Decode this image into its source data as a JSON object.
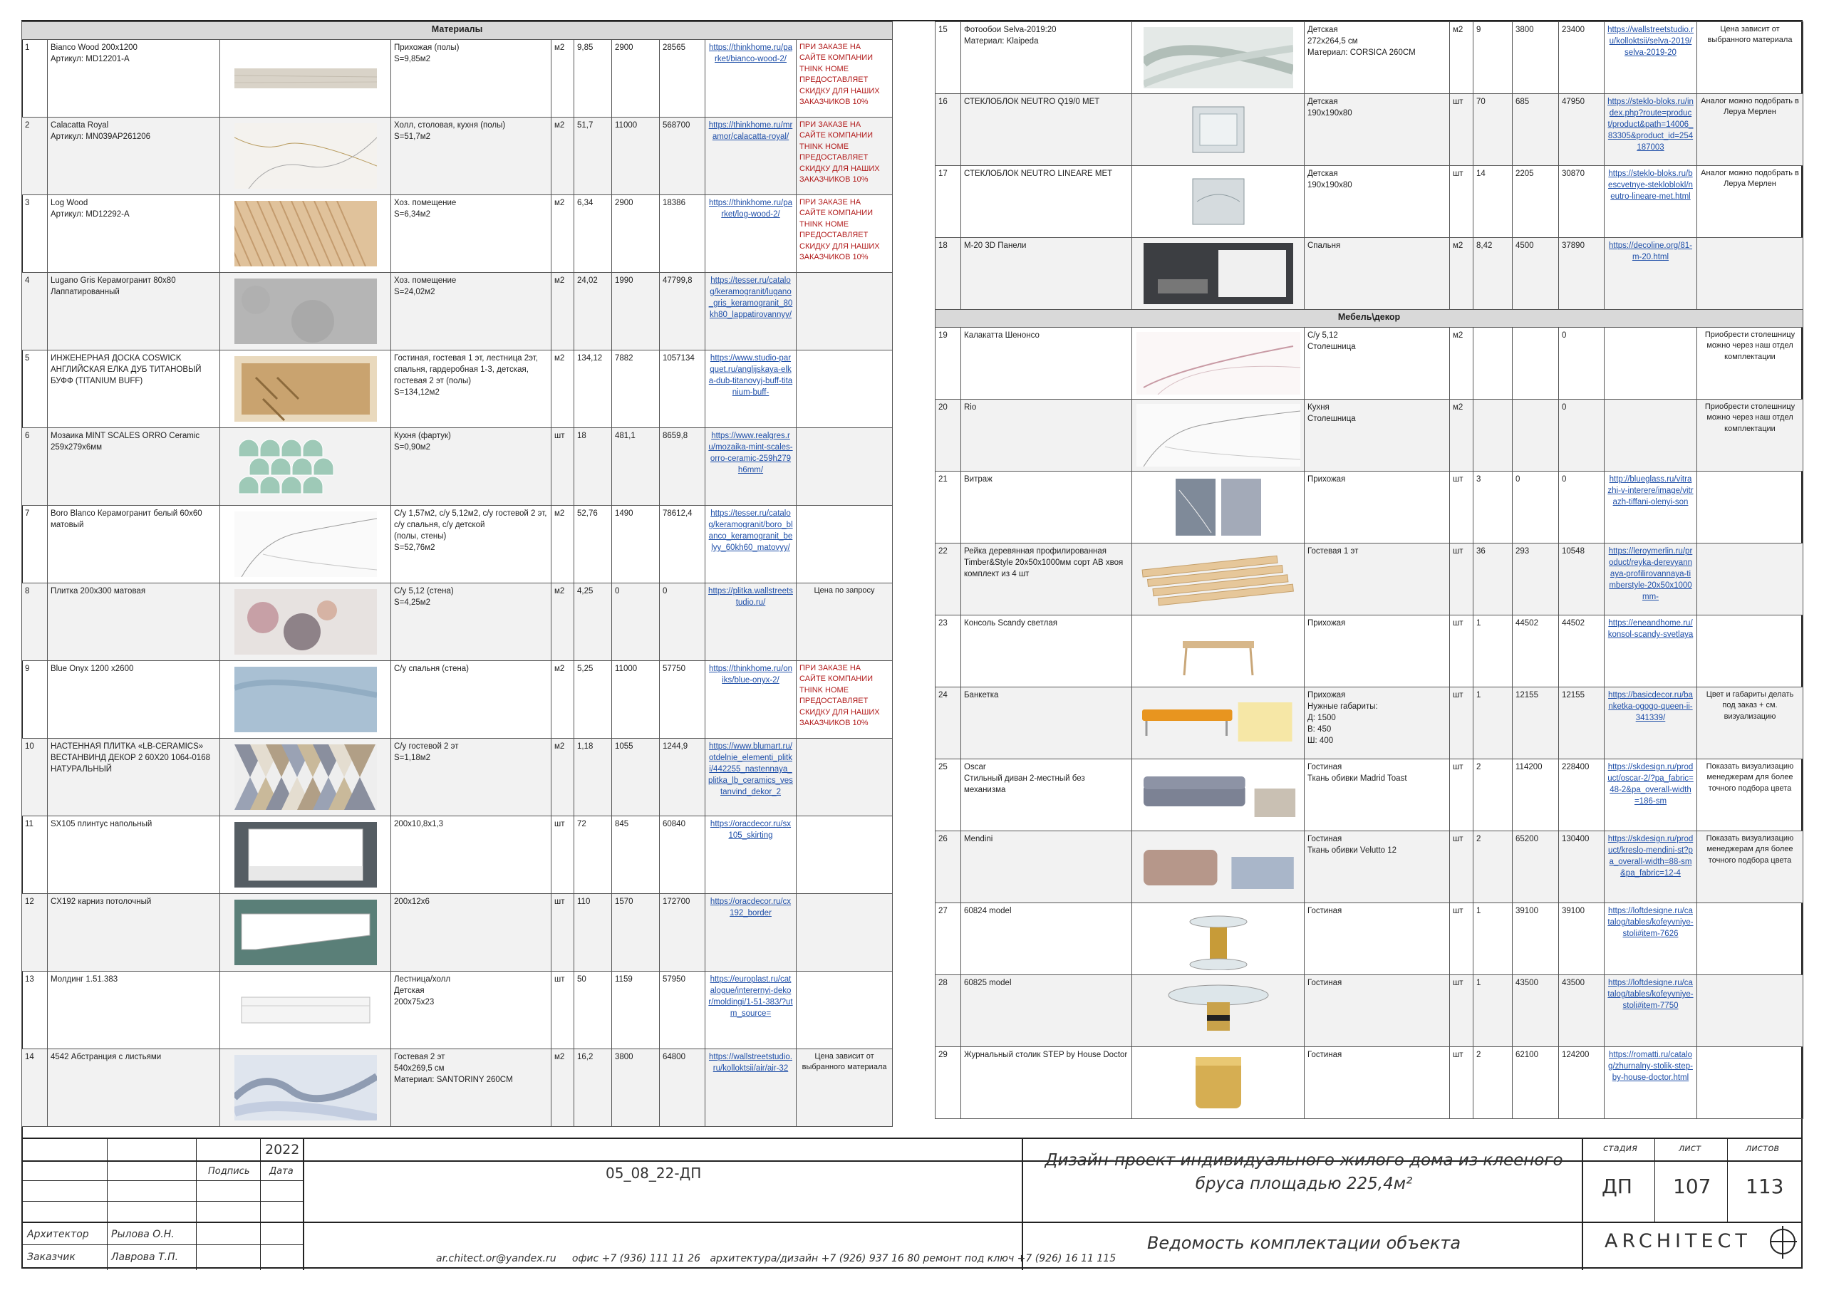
{
  "left_section_title": "Материалы",
  "right_section2_title": "Мебель\\декор",
  "colors": {
    "link": "#1f4fa8",
    "warning": "#b11b1b",
    "header_bg": "#d9d9d9"
  },
  "left_rows": [
    {
      "n": "1",
      "name": "Bianco Wood 200x1200\nАртикул: MD12201-A",
      "room": "Прихожая (полы)\nS=9,85м2",
      "unit": "м2",
      "qty": "9,85",
      "price": "2900",
      "sum": "28565",
      "link": "https://thinkhome.ru/parket/bianco-wood-2/",
      "note": "ПРИ ЗАКАЗЕ НА САЙТЕ КОМПАНИИ THINK HOME ПРЕДОСТАВЛЯЕТ СКИДКУ ДЛЯ НАШИХ ЗАКАЗЧИКОВ 10%",
      "note_red": true,
      "img": "wood-light"
    },
    {
      "n": "2",
      "name": "Calacatta Royal\nАртикул: MN039AP261206",
      "room": "Холл, столовая, кухня (полы)\nS=51,7м2",
      "unit": "м2",
      "qty": "51,7",
      "price": "11000",
      "sum": "568700",
      "link": "https://thinkhome.ru/mramor/calacatta-royal/",
      "note": "ПРИ ЗАКАЗЕ НА САЙТЕ КОМПАНИИ THINK HOME ПРЕДОСТАВЛЯЕТ СКИДКУ ДЛЯ НАШИХ ЗАКАЗЧИКОВ 10%",
      "note_red": true,
      "img": "marble-gold"
    },
    {
      "n": "3",
      "name": "Log Wood\nАртикул: MD12292-A",
      "room": "Хоз. помещение\nS=6,34м2",
      "unit": "м2",
      "qty": "6,34",
      "price": "2900",
      "sum": "18386",
      "link": "https://thinkhome.ru/parket/log-wood-2/",
      "note": "ПРИ ЗАКАЗЕ НА САЙТЕ КОМПАНИИ THINK HOME ПРЕДОСТАВЛЯЕТ СКИДКУ ДЛЯ НАШИХ ЗАКАЗЧИКОВ 10%",
      "note_red": true,
      "img": "herringbone"
    },
    {
      "n": "4",
      "name": "Lugano Gris Керамогранит 80х80 Лаппатированный",
      "room": "Хоз. помещение\nS=24,02м2",
      "unit": "м2",
      "qty": "24,02",
      "price": "1990",
      "sum": "47799,8",
      "link": "https://tesser.ru/catalog/keramogranit/lugano_gris_keramogranit_80kh80_lappatirovannyy/",
      "note": "",
      "note_red": false,
      "img": "concrete"
    },
    {
      "n": "5",
      "name": "ИНЖЕНЕРНАЯ ДОСКА COSWICK АНГЛИЙСКАЯ ЕЛКА ДУБ ТИТАНОВЫЙ БУФФ (TITANIUM BUFF)",
      "room": "Гостиная, гостевая 1 эт, лестница 2эт, спальня, гардеробная 1-3, детская, гостевая 2 эт (полы)\nS=134,12м2",
      "unit": "м2",
      "qty": "134,12",
      "price": "7882",
      "sum": "1057134",
      "link": "https://www.studio-parquet.ru/anglijskaya-elka-dub-titanovyj-buff-titanium-buff-",
      "note": "",
      "note_red": false,
      "img": "parquet-box"
    },
    {
      "n": "6",
      "name": "Мозаика MINT SCALES ORRO Ceramic 259х279х6мм",
      "room": "Кухня (фартук)\nS=0,90м2",
      "unit": "шт",
      "qty": "18",
      "price": "481,1",
      "sum": "8659,8",
      "link": "https://www.realgres.ru/mozaika-mint-scales-orro-ceramic-259h279h6mm/",
      "note": "",
      "note_red": false,
      "img": "scales"
    },
    {
      "n": "7",
      "name": "Boro Blanco Керамогранит белый 60х60 матовый",
      "room": "С/у 1,57м2, с/у 5,12м2, с/у гостевой 2 эт, с/у спальня, с/у детской\n(полы, стены)\nS=52,76м2",
      "unit": "м2",
      "qty": "52,76",
      "price": "1490",
      "sum": "78612,4",
      "link": "https://tesser.ru/catalog/keramogranit/boro_blanco_keramogranit_belyy_60kh60_matovyy/",
      "note": "",
      "note_red": false,
      "img": "marble-white"
    },
    {
      "n": "8",
      "name": "Плитка 200х300 матовая",
      "room": "С/у 5,12 (стена)\nS=4,25м2",
      "unit": "м2",
      "qty": "4,25",
      "price": "0",
      "sum": "0",
      "link": "https://plitka.wallstreetstudio.ru/",
      "note": "Цена по запросу",
      "note_red": false,
      "img": "floral"
    },
    {
      "n": "9",
      "name": "Blue Onyx 1200 х2600",
      "room": "С/у спальня (стена)",
      "unit": "м2",
      "qty": "5,25",
      "price": "11000",
      "sum": "57750",
      "link": "https://thinkhome.ru/oniks/blue-onyx-2/",
      "note": "ПРИ ЗАКАЗЕ НА САЙТЕ КОМПАНИИ THINK HOME ПРЕДОСТАВЛЯЕТ СКИДКУ ДЛЯ НАШИХ ЗАКАЗЧИКОВ 10%",
      "note_red": true,
      "img": "blue-onyx"
    },
    {
      "n": "10",
      "name": "НАСТЕННАЯ ПЛИТКА «LB-CERAMICS» ВЕСТАНВИНД ДЕКОР 2 60Х20 1064-0168 НАТУРАЛЬНЫЙ",
      "room": "С/у гостевой 2 эт\nS=1,18м2",
      "unit": "м2",
      "qty": "1,18",
      "price": "1055",
      "sum": "1244,9",
      "link": "https://www.blumart.ru/otdelnie_elementi_plitki/442255_nastennaya_plitka_lb_ceramics_vestanvind_dekor_2",
      "note": "",
      "note_red": false,
      "img": "triangles"
    },
    {
      "n": "11",
      "name": "SX105 плинтус напольный",
      "room": "200х10,8х1,3",
      "unit": "шт",
      "qty": "72",
      "price": "845",
      "sum": "60840",
      "link": "https://oracdecor.ru/sx105_skirting",
      "note": "",
      "note_red": false,
      "img": "skirting"
    },
    {
      "n": "12",
      "name": "CX192 карниз потолочный",
      "room": "200х12х6",
      "unit": "шт",
      "qty": "110",
      "price": "1570",
      "sum": "172700",
      "link": "https://oracdecor.ru/cx192_border",
      "note": "",
      "note_red": false,
      "img": "cornice"
    },
    {
      "n": "13",
      "name": "Молдинг 1.51.383",
      "room": "Лестница/холл\nДетская\n200х75х23",
      "unit": "шт",
      "qty": "50",
      "price": "1159",
      "sum": "57950",
      "link": "https://europlast.ru/catalogue/interernyi-dekor/moldingi/1-51-383/?utm_source=",
      "note": "",
      "note_red": false,
      "img": "molding"
    },
    {
      "n": "14",
      "name": "4542 Абстранция с листьями",
      "room": "Гостевая 2 эт\n540х269,5 см\nМатериал: SANTORINY 260CM",
      "unit": "м2",
      "qty": "16,2",
      "price": "3800",
      "sum": "64800",
      "link": "https://wallstreetstudio.ru/kolloktsii/air/air-32",
      "note": "Цена зависит от выбранного материала",
      "note_red": false,
      "img": "abstract-leaves"
    }
  ],
  "right_rows_a": [
    {
      "n": "15",
      "name": "Фотообои Selva-2019:20\nМатериал: Klaipeda",
      "room": "Детская\n272х264,5 см\nМатериал: CORSICA 260CM",
      "unit": "м2",
      "qty": "9",
      "price": "3800",
      "sum": "23400",
      "link": "https://wallstreetstudio.ru/kolloktsii/selva-2019/selva-2019-20",
      "note": "Цена зависит от выбранного материала",
      "img": "selva"
    },
    {
      "n": "16",
      "name": "СТЕКЛОБЛОК NEUTRO Q19/0 MET",
      "room": "Детская\n190х190х80",
      "unit": "шт",
      "qty": "70",
      "price": "685",
      "sum": "47950",
      "link": "https://steklo-bloks.ru/index.php?route=product/product&path=14006_83305&product_id=254187003",
      "note": "Аналог можно подобрать в Леруа Мерлен",
      "img": "glassblock"
    },
    {
      "n": "17",
      "name": "СТЕКЛОБЛОК NEUTRO LINEARE MET",
      "room": "Детская\n190х190х80",
      "unit": "шт",
      "qty": "14",
      "price": "2205",
      "sum": "30870",
      "link": "https://steklo-bloks.ru/bescvetnye-stekloblokl/neutro-lineare-met.html",
      "note": "Аналог можно подобрать в Леруа Мерлен",
      "img": "glassblock2"
    },
    {
      "n": "18",
      "name": "M-20 3D Панели",
      "room": "Спальня",
      "unit": "м2",
      "qty": "8,42",
      "price": "4500",
      "sum": "37890",
      "link": "https://decoline.org/81-m-20.html",
      "note": "",
      "img": "panels3d"
    }
  ],
  "right_rows_b": [
    {
      "n": "19",
      "name": "Калакатта Шенонсо",
      "room": "С/у 5,12\nСтолешница",
      "unit": "м2",
      "qty": "",
      "price": "",
      "sum": "0",
      "link": "",
      "note": "Приобрести столешницу можно через наш отдел комплектации",
      "img": "marble-vein"
    },
    {
      "n": "20",
      "name": "Rio",
      "room": "Кухня\nСтолешница",
      "unit": "м2",
      "qty": "",
      "price": "",
      "sum": "0",
      "link": "",
      "note": "Приобрести столешницу можно через наш отдел комплектации",
      "img": "marble-white"
    },
    {
      "n": "21",
      "name": "Витраж",
      "room": "Прихожая",
      "unit": "шт",
      "qty": "3",
      "price": "0",
      "sum": "0",
      "link": "http://blueglass.ru/vitrazhi-v-interere/image/vitrazh-tiffani-olenyi-son",
      "note": "",
      "img": "stained"
    },
    {
      "n": "22",
      "name": "Рейка деревянная профилированная Timber&Style 20х50х1000мм сорт АВ хвоя комплект из 4 шт",
      "room": "Гостевая 1 эт",
      "unit": "шт",
      "qty": "36",
      "price": "293",
      "sum": "10548",
      "link": "https://leroymerlin.ru/product/reyka-derevyannaya-profilirovannaya-timberstyle-20x50x1000mm-",
      "note": "",
      "img": "laths"
    },
    {
      "n": "23",
      "name": "Консоль Scandy светлая",
      "room": "Прихожая",
      "unit": "шт",
      "qty": "1",
      "price": "44502",
      "sum": "44502",
      "link": "https://eneandhome.ru/konsol-scandy-svetlaya",
      "note": "",
      "img": "console"
    },
    {
      "n": "24",
      "name": "Банкетка",
      "room": "Прихожая\nНужные габариты:\nД: 1500\nВ: 450\nШ: 400",
      "unit": "шт",
      "qty": "1",
      "price": "12155",
      "sum": "12155",
      "link": "https://basicdecor.ru/banketka-ogogo-queen-ii-341339/",
      "note": "Цвет и габариты делать под заказ + см. визуализацию",
      "img": "bench"
    },
    {
      "n": "25",
      "name": "Oscar\nСтильный диван 2-местный без механизма",
      "room": "Гостиная\nТкань обивки Madrid Toast",
      "unit": "шт",
      "qty": "2",
      "price": "114200",
      "sum": "228400",
      "link": "https://skdesign.ru/product/oscar-2/?pa_fabric=48-2&pa_overall-width=186-sm",
      "note": "Показать визуализацию менеджерам для более точного подбора цвета",
      "img": "sofa"
    },
    {
      "n": "26",
      "name": "Mendini",
      "room": "Гостиная\nТкань обивки Velutto 12",
      "unit": "шт",
      "qty": "2",
      "price": "65200",
      "sum": "130400",
      "link": "https://skdesign.ru/product/kreslo-mendini-st?pa_overall-width=88-sm&pa_fabric=12-4",
      "note": "Показать визуализацию менеджерам для более точного подбора цвета",
      "img": "armchair"
    },
    {
      "n": "27",
      "name": "60824 model",
      "room": "Гостиная",
      "unit": "шт",
      "qty": "1",
      "price": "39100",
      "sum": "39100",
      "link": "https://loftdesigne.ru/catalog/tables/kofeyvniye-stoli#item-7626",
      "note": "",
      "img": "table-small"
    },
    {
      "n": "28",
      "name": "60825 model",
      "room": "Гостиная",
      "unit": "шт",
      "qty": "1",
      "price": "43500",
      "sum": "43500",
      "link": "https://loftdesigne.ru/catalog/tables/kofeyvniye-stoli#item-7750",
      "note": "",
      "img": "table-round"
    },
    {
      "n": "29",
      "name": "Журнальный столик STEP by House Doctor",
      "room": "Гостиная",
      "unit": "шт",
      "qty": "2",
      "price": "62100",
      "sum": "124200",
      "link": "https://romatti.ru/catalog/zhurnalny-stolik-step-by-house-doctor.html",
      "note": "",
      "img": "gold-drum"
    }
  ],
  "stamp": {
    "year": "2022",
    "sign_label": "Подпись",
    "date_label": "Дата",
    "code": "05_08_22-ДП",
    "project_title": "Дизайн-проект индивидуального жилого дома из клееного бруса площадью 225,4м²",
    "sheet_title": "Ведомость комплектации объекта",
    "stage_label": "стадия",
    "sheet_label": "лист",
    "sheets_label": "листов",
    "stage": "ДП",
    "sheet": "107",
    "sheets": "113",
    "architect_role": "Архитектор",
    "architect_name": "Рылова О.Н.",
    "client_role": "Заказчик",
    "client_name": "Лаврова Т.П.",
    "contacts": "ar.chitect.or@yandex.ru     офис +7 (936) 111 11 26   архитектура/дизайн +7 (926) 937 16 80 ремонт под ключ +7 (926) 16 11 115",
    "logo": "ARCHITECT"
  }
}
